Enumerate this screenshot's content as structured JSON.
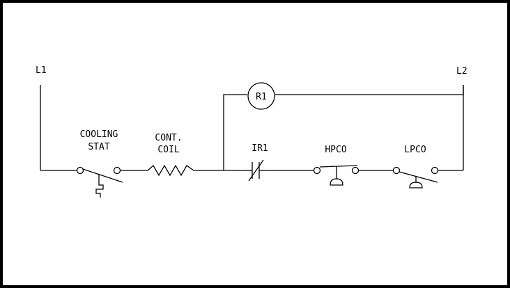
{
  "colors": {
    "background": "#ffffff",
    "frame": "#000000",
    "line": "#000000"
  },
  "diagram": {
    "line_left": "L1",
    "line_right": "L2",
    "relay_coil": "R1",
    "cooling_stat": [
      "COOLING",
      "STAT"
    ],
    "contactor_coil": [
      "CONT.",
      "COIL"
    ],
    "relay_contact": "IR1",
    "high_pressure_cutout": "HPCO",
    "low_pressure_cutout": "LPCO"
  }
}
